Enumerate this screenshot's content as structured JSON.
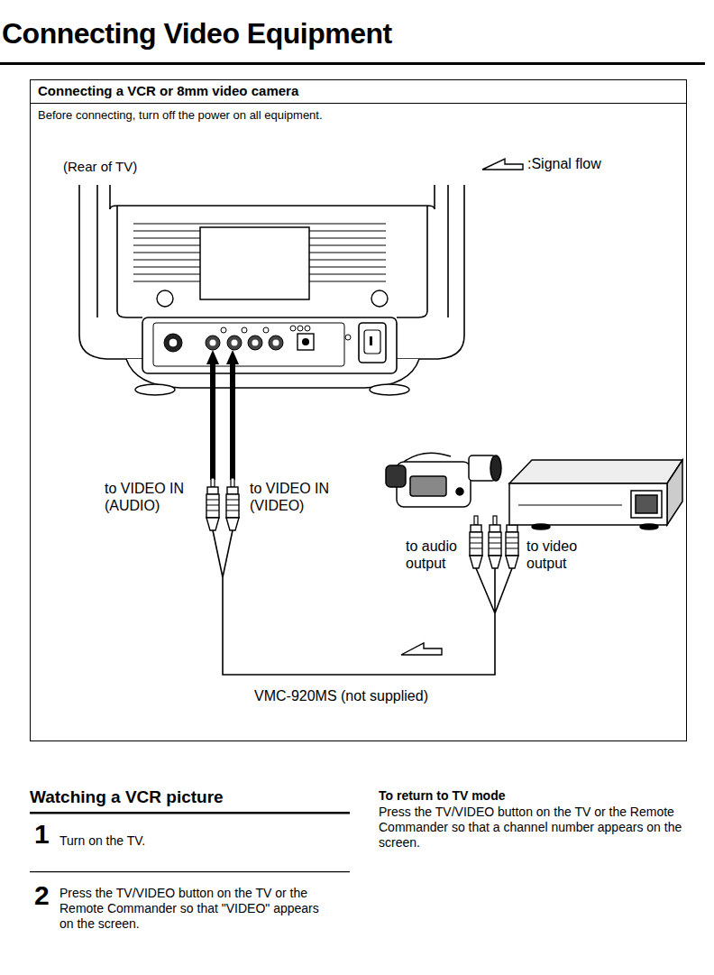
{
  "diagram": {
    "title": "Connecting Video Equipment",
    "nodes": [
      {
        "text": [
          "Connecting a VCR or 8mm video camera",
          "Before connecting, turn off the power on all equipment."
        ]
      }
    ],
    "labels": [
      "(Rear of TV)",
      "to VIDEO IN (AUDIO)",
      "to VIDEO IN (VIDEO)",
      "to audio output",
      "to video output",
      "VMC-920MS (not supplied)",
      "Watching a VCR picture",
      "1",
      "Turn on the TV.",
      "2",
      "Press the TV/VIDEO button on the TV or the Remote Commander so that \"VIDEO\" appears on the screen.",
      "To return to TV mode",
      "Press the TV/VIDEO button on the TV or the Remote Commander so that a channel number appears on the screen."
    ],
    "legend": [
      {
        "text": ":Signal flow"
      }
    ]
  }
}
